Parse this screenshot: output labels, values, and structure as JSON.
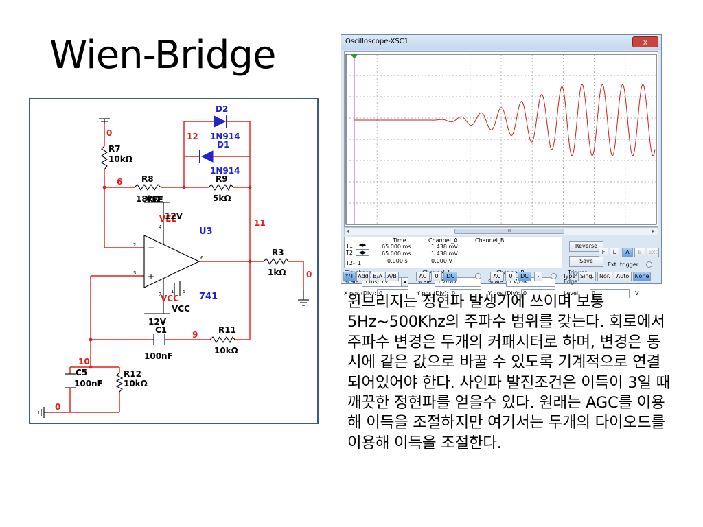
{
  "slide": {
    "title": "Wien-Bridge",
    "body": "윈브리지는 정현파 발생기에 쓰이며 보통 5Hz~500Khz의 주파수 범위를 갖는다. 회로에서 주파수 변경은 두개의 커패시터로 하며, 변경은 동시에 같은 값으로 바꿀 수 있도록 기계적으로 연결되어있어야 한다. 사인파 발진조건은 이득이 3일 때 깨끗한 정현파를 얻을수 있다. 원래는 AGC를 이용해 이득을 조절하지만 여기서는 두개의 다이오드를 이용해 이득을 조절한다."
  },
  "circuit": {
    "node_0_top": "0",
    "node_12": "12",
    "node_6": "6",
    "node_11": "11",
    "node_9": "9",
    "node_10": "10",
    "node_0_right": "0",
    "node_0_bottom": "0",
    "d2_name": "D2",
    "d2_model": "1N914",
    "d1_name": "D1",
    "d1_model": "1N914",
    "r7_name": "R7",
    "r7_value": "10kΩ",
    "r8_name": "R8",
    "r8_value": "18kΩ",
    "r9_name": "R9",
    "r9_value": "5kΩ",
    "r3_name": "R3",
    "r3_value": "1kΩ",
    "r11_name": "R11",
    "r11_value": "10kΩ",
    "r12_name": "R12",
    "r12_value": "10kΩ",
    "c1_name": "C1",
    "c1_value": "100nF",
    "c5_name": "C5",
    "c5_value": "100nF",
    "u3_name": "U3",
    "u3_model": "741",
    "vee_label": "VEE",
    "vee_red": "VEE",
    "vee_volt": "12V",
    "vcc_red": "VCC",
    "vcc_label": "VCC",
    "vcc_volt": "12V",
    "pin4": "4",
    "pin2": "2",
    "pin3": "3",
    "pin6": "6",
    "pin7": "7",
    "pin5": "5",
    "pin1": "1",
    "minus": "−",
    "plus": "+"
  },
  "scope": {
    "title": "Oscilloscope-XSC1",
    "close": "x",
    "scroll_mark": "III",
    "t1": "T1",
    "t2": "T2",
    "t2t1": "T2-T1",
    "hdr_time": "Time",
    "hdr_cha": "Channel_A",
    "hdr_chb": "Channel_B",
    "t1_time": "65.000 ms",
    "t1_cha": "1.438 mV",
    "t2_time": "65.000 ms",
    "t2_cha": "1.438 mV",
    "d_time": "0.000 s",
    "d_cha": "0.000 V",
    "reverse": "Reverse",
    "save": "Save",
    "ext_trigger": "Ext. trigger",
    "timebase": "Timebase",
    "scale_lbl": "Scale:",
    "tb_scale": "5 ms/Div",
    "xpos_lbl": "X pos.(Div):",
    "xpos": "0",
    "yt": "Y/T",
    "add": "Add",
    "ba": "B/A",
    "ab": "A/B",
    "cha_title": "Channel A",
    "cha_scale": "5  V/Div",
    "ypos_lbl": "Y pos.(Div):",
    "cha_ypos": "0",
    "ac": "AC",
    "zero": "0",
    "dc": "DC",
    "chb_title": "Channel B",
    "chb_scale": "5  V/Div",
    "chb_ypos": "0",
    "chb_minus": "-",
    "trigger": "Trigger",
    "edge_lbl": "Edge:",
    "edge_rise": "F",
    "edge_fall": "L",
    "tA": "A",
    "tB": "B",
    "tExt": "Ext",
    "level_lbl": "Level:",
    "level": "0",
    "level_unit": "V",
    "type_lbl": "Type",
    "sing": "Sing.",
    "nor": "Nor.",
    "auto": "Auto",
    "none": "None"
  }
}
